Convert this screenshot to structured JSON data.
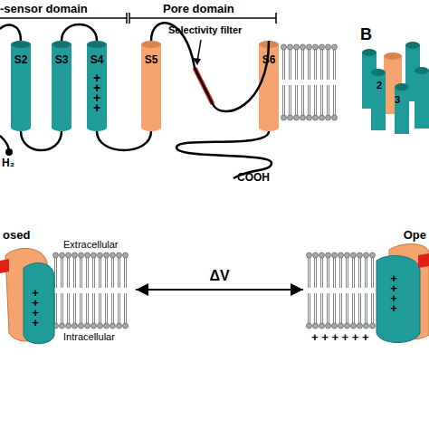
{
  "diagram": {
    "nodes": [
      {
        "text": [
          "S2"
        ]
      },
      {
        "text": [
          "S3"
        ]
      },
      {
        "text": [
          "S4",
          "+ + + +"
        ]
      },
      {
        "text": [
          "S5"
        ]
      },
      {
        "text": [
          "S6"
        ]
      },
      {
        "text": [
          "osed"
        ]
      },
      {
        "text": [
          "Ope"
        ]
      }
    ],
    "edges": [
      {
        "from": 0,
        "to": 1,
        "arrow": "none"
      },
      {
        "from": 1,
        "to": 2,
        "arrow": "none"
      },
      {
        "from": 2,
        "to": 3,
        "arrow": "none"
      },
      {
        "from": 3,
        "to": 4,
        "arrow": "none"
      },
      {
        "from": 5,
        "to": 6,
        "label": "ΔV",
        "arrow": "both"
      }
    ],
    "labels": [
      "-sensor domain",
      "Pore domain",
      "Selectivity filter",
      "H₂",
      "COOH",
      "B",
      "2",
      "3",
      "Extracellular",
      "Intracellular",
      "+ + + +",
      "+ + + +",
      "+ + + + + +"
    ]
  }
}
